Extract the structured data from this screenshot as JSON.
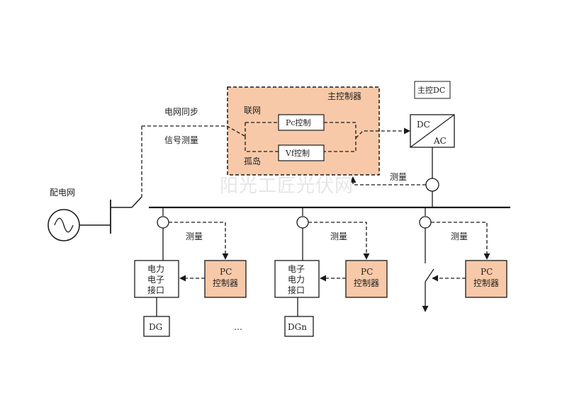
{
  "colors": {
    "controller_fill": "#f8c9a8",
    "line": "#1a1a1a",
    "background": "#ffffff",
    "watermark": "#e0e0e0"
  },
  "labels": {
    "main_controller": "主控制器",
    "main_dc_control": "主控DC",
    "grid_connected": "联网",
    "island": "孤岛",
    "pc_control": "Pc控制",
    "vf_control": "Vf控制",
    "dc": "DC",
    "ac": "AC",
    "grid_sync": "电网同步",
    "signal_measure": "信号测量",
    "power_grid": "配电网",
    "measure": "测量",
    "pc_controller_line1": "PC",
    "pc_controller_line2": "控制器",
    "interface1": [
      "电力",
      "电子",
      "接口"
    ],
    "interface2": [
      "电子",
      "电力",
      "接口"
    ],
    "dg": "DG",
    "dgn": "DGn",
    "ellipsis": "…",
    "watermark": "阳光工匠光伏网"
  }
}
